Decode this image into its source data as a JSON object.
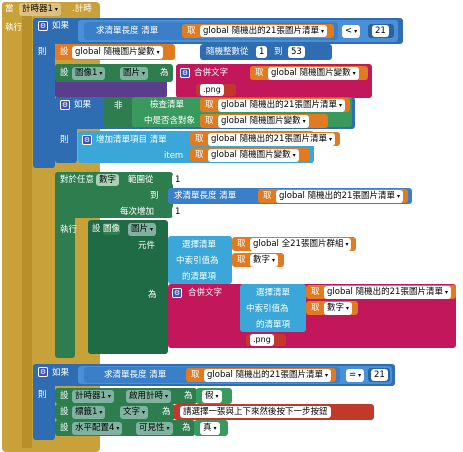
{
  "event": {
    "label": "當",
    "component": "計時器1",
    "event": ".計時",
    "do": "執行"
  },
  "if1": {
    "if": "如果",
    "then": "則",
    "length_label": "求清單長度  清單",
    "get": "取",
    "var_list": "global 隨機出的21張圖片清單",
    "op": "<",
    "num": "21"
  },
  "set_rand": {
    "set": "設",
    "var": "global 隨機圖片變數",
    "to": "為",
    "rand_label": "隨機整數從",
    "from": "1",
    "to_label": "到",
    "max": "53"
  },
  "set_img": {
    "set": "設",
    "component": "圖像1",
    "prop": "圖片",
    "to": "為",
    "join": "合併文字",
    "get": "取",
    "var": "global 隨機圖片變數",
    "ext": ".png"
  },
  "if2": {
    "if": "如果",
    "not": "非",
    "is_in": "檢查清單",
    "get": "取",
    "list": "global 隨機出的21張圖片清單",
    "contains": "中是否含對象",
    "var": "global 隨機圖片變數",
    "then": "則",
    "add": "增加清單項目  清單",
    "item": "item"
  },
  "for_loop": {
    "for": "對於任意",
    "var": "數字",
    "range": "範圍從",
    "from": "1",
    "to": "到",
    "length_label": "求清單長度  清單",
    "get": "取",
    "list": "global 隨機出的21張圖片清單",
    "step": "每次增加",
    "step_val": "1",
    "do": "執行",
    "set": "設",
    "component": "圖像",
    "prop": "圖片",
    "element": "元件",
    "select": "選擇清單",
    "all_list": "global 全21張圖片群組",
    "index": "中索引值為",
    "num_var": "數字",
    "item_label": "的清單項",
    "to_label": "為",
    "join": "合併文字",
    "select2": "選擇清單",
    "list2": "global 隨機出的21張圖片清單",
    "index2": "中索引值為",
    "num_var2": "數字",
    "item_label2": "的清單項",
    "ext": ".png"
  },
  "if3": {
    "if": "如果",
    "then": "則",
    "length_label": "求清單長度  清單",
    "get": "取",
    "list": "global 隨機出的21張圖片清單",
    "op": "=",
    "num": "21",
    "set1": {
      "set": "設",
      "component": "計時器1",
      "prop": "啟用計時",
      "to": "為",
      "val": "假"
    },
    "set2": {
      "set": "設",
      "component": "標籤1",
      "prop": "文字",
      "to": "為",
      "val": "請選擇一張與上下來然後按下一步按鈕"
    },
    "set3": {
      "set": "設",
      "component": "水平配置4",
      "prop": "可見性",
      "to": "為",
      "val": "真"
    }
  }
}
